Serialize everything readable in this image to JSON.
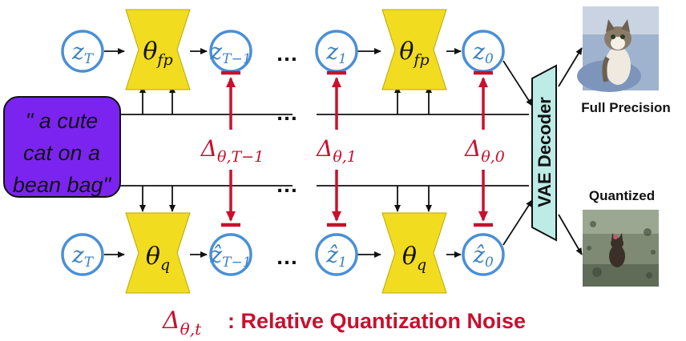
{
  "prompt": {
    "lines": [
      "\" a cute",
      "cat on a",
      "bean bag\""
    ]
  },
  "top_row": {
    "nodes": [
      "zT",
      "zT-1",
      "z1",
      "z0"
    ],
    "blocks": [
      "θfp",
      "θfp"
    ],
    "ellipsis": "…"
  },
  "bottom_row": {
    "nodes": [
      "zT",
      "ẑT-1",
      "ẑ1",
      "ẑ0"
    ],
    "blocks": [
      "θq",
      "θq"
    ],
    "ellipsis": "…"
  },
  "noise_labels": [
    "Δθ,T-1",
    "Δθ,1",
    "Δθ,0"
  ],
  "decoder": {
    "label": "VAE Decoder"
  },
  "outputs": {
    "full_precision": "Full Precision",
    "quantized": "Quantized"
  },
  "caption": {
    "symbol": "Δθ,t",
    "text": ": Relative Quantization Noise"
  },
  "colors": {
    "node_stroke": "#4a8fd6",
    "node_text": "#3b82c4",
    "block_fill": "#f2dc1f",
    "prompt_fill": "#7b24f0",
    "noise": "#c8102e",
    "decoder_fill": "#bdece7"
  }
}
